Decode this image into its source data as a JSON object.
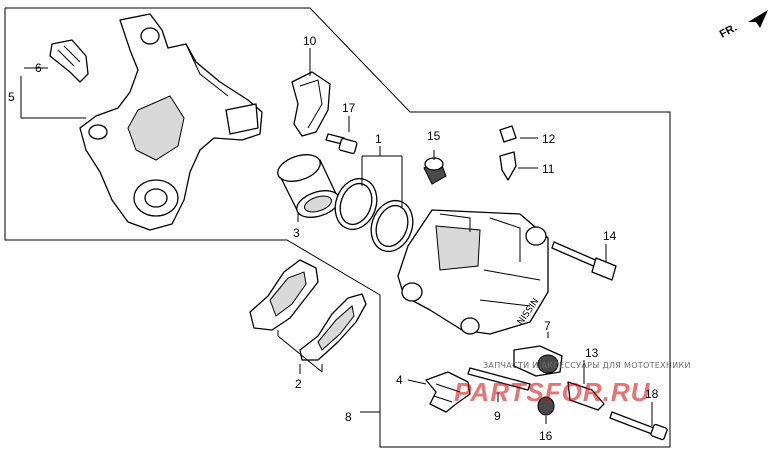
{
  "direction": {
    "label": "FR."
  },
  "callouts": {
    "c1": "1",
    "c2": "2",
    "c3": "3",
    "c4": "4",
    "c5": "5",
    "c6": "6",
    "c7": "7",
    "c8": "8",
    "c9": "9",
    "c10": "10",
    "c11": "11",
    "c12": "12",
    "c13": "13",
    "c14": "14",
    "c15": "15",
    "c16": "16",
    "c17": "17",
    "c18": "18"
  },
  "caliper_marking": "NISSIN",
  "watermark": {
    "tagline": "ЗАПЧАСТИ И АКСЕССУАРЫ ДЛЯ МОТОТЕХНИКИ",
    "logo": "PARTSFOR.RU"
  },
  "colors": {
    "line": "#000000",
    "watermark_red": "#d40000",
    "watermark_gray": "#6a6a6a"
  }
}
